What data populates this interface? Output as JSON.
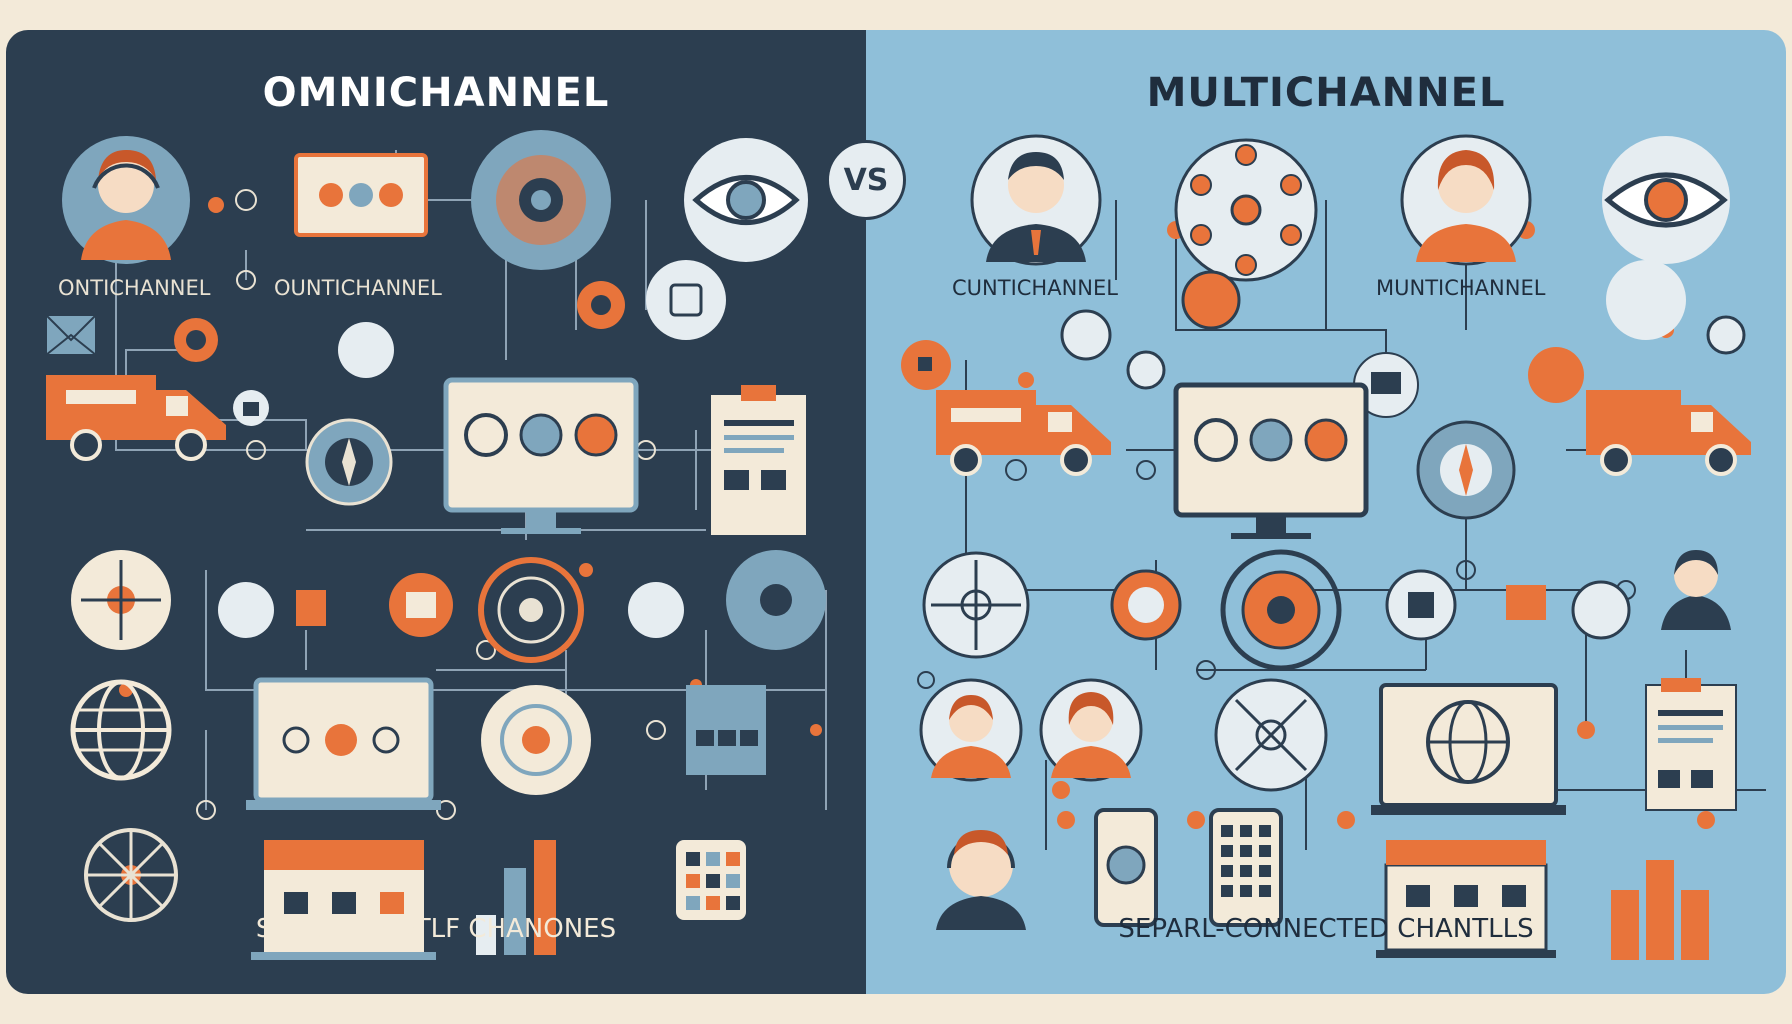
{
  "left": {
    "title": "OMNICHANNEL",
    "label_a": "ONTICHANNEL",
    "label_b": "OUNTICHANNEL",
    "footer": "SEPERATE OTLF CHANONES"
  },
  "right": {
    "title": "MULTICHANNEL",
    "label_a": "CUNTICHANNEL",
    "label_b": "MUNTICHANNEL",
    "footer": "SEPARL-CONNECTED CHANTLLS"
  },
  "vs_label": "VS",
  "colors": {
    "left_bg": "#2c3e50",
    "right_bg": "#8fbfd9",
    "accent_orange": "#e8743b",
    "cream": "#f3ead9"
  },
  "icons": [
    "agent-icon",
    "monitor-icon",
    "eye-icon",
    "network-hub-icon",
    "globe-icon",
    "delivery-van-icon",
    "document-icon",
    "storefront-icon",
    "bar-chart-icon",
    "phone-icon",
    "keypad-icon"
  ]
}
